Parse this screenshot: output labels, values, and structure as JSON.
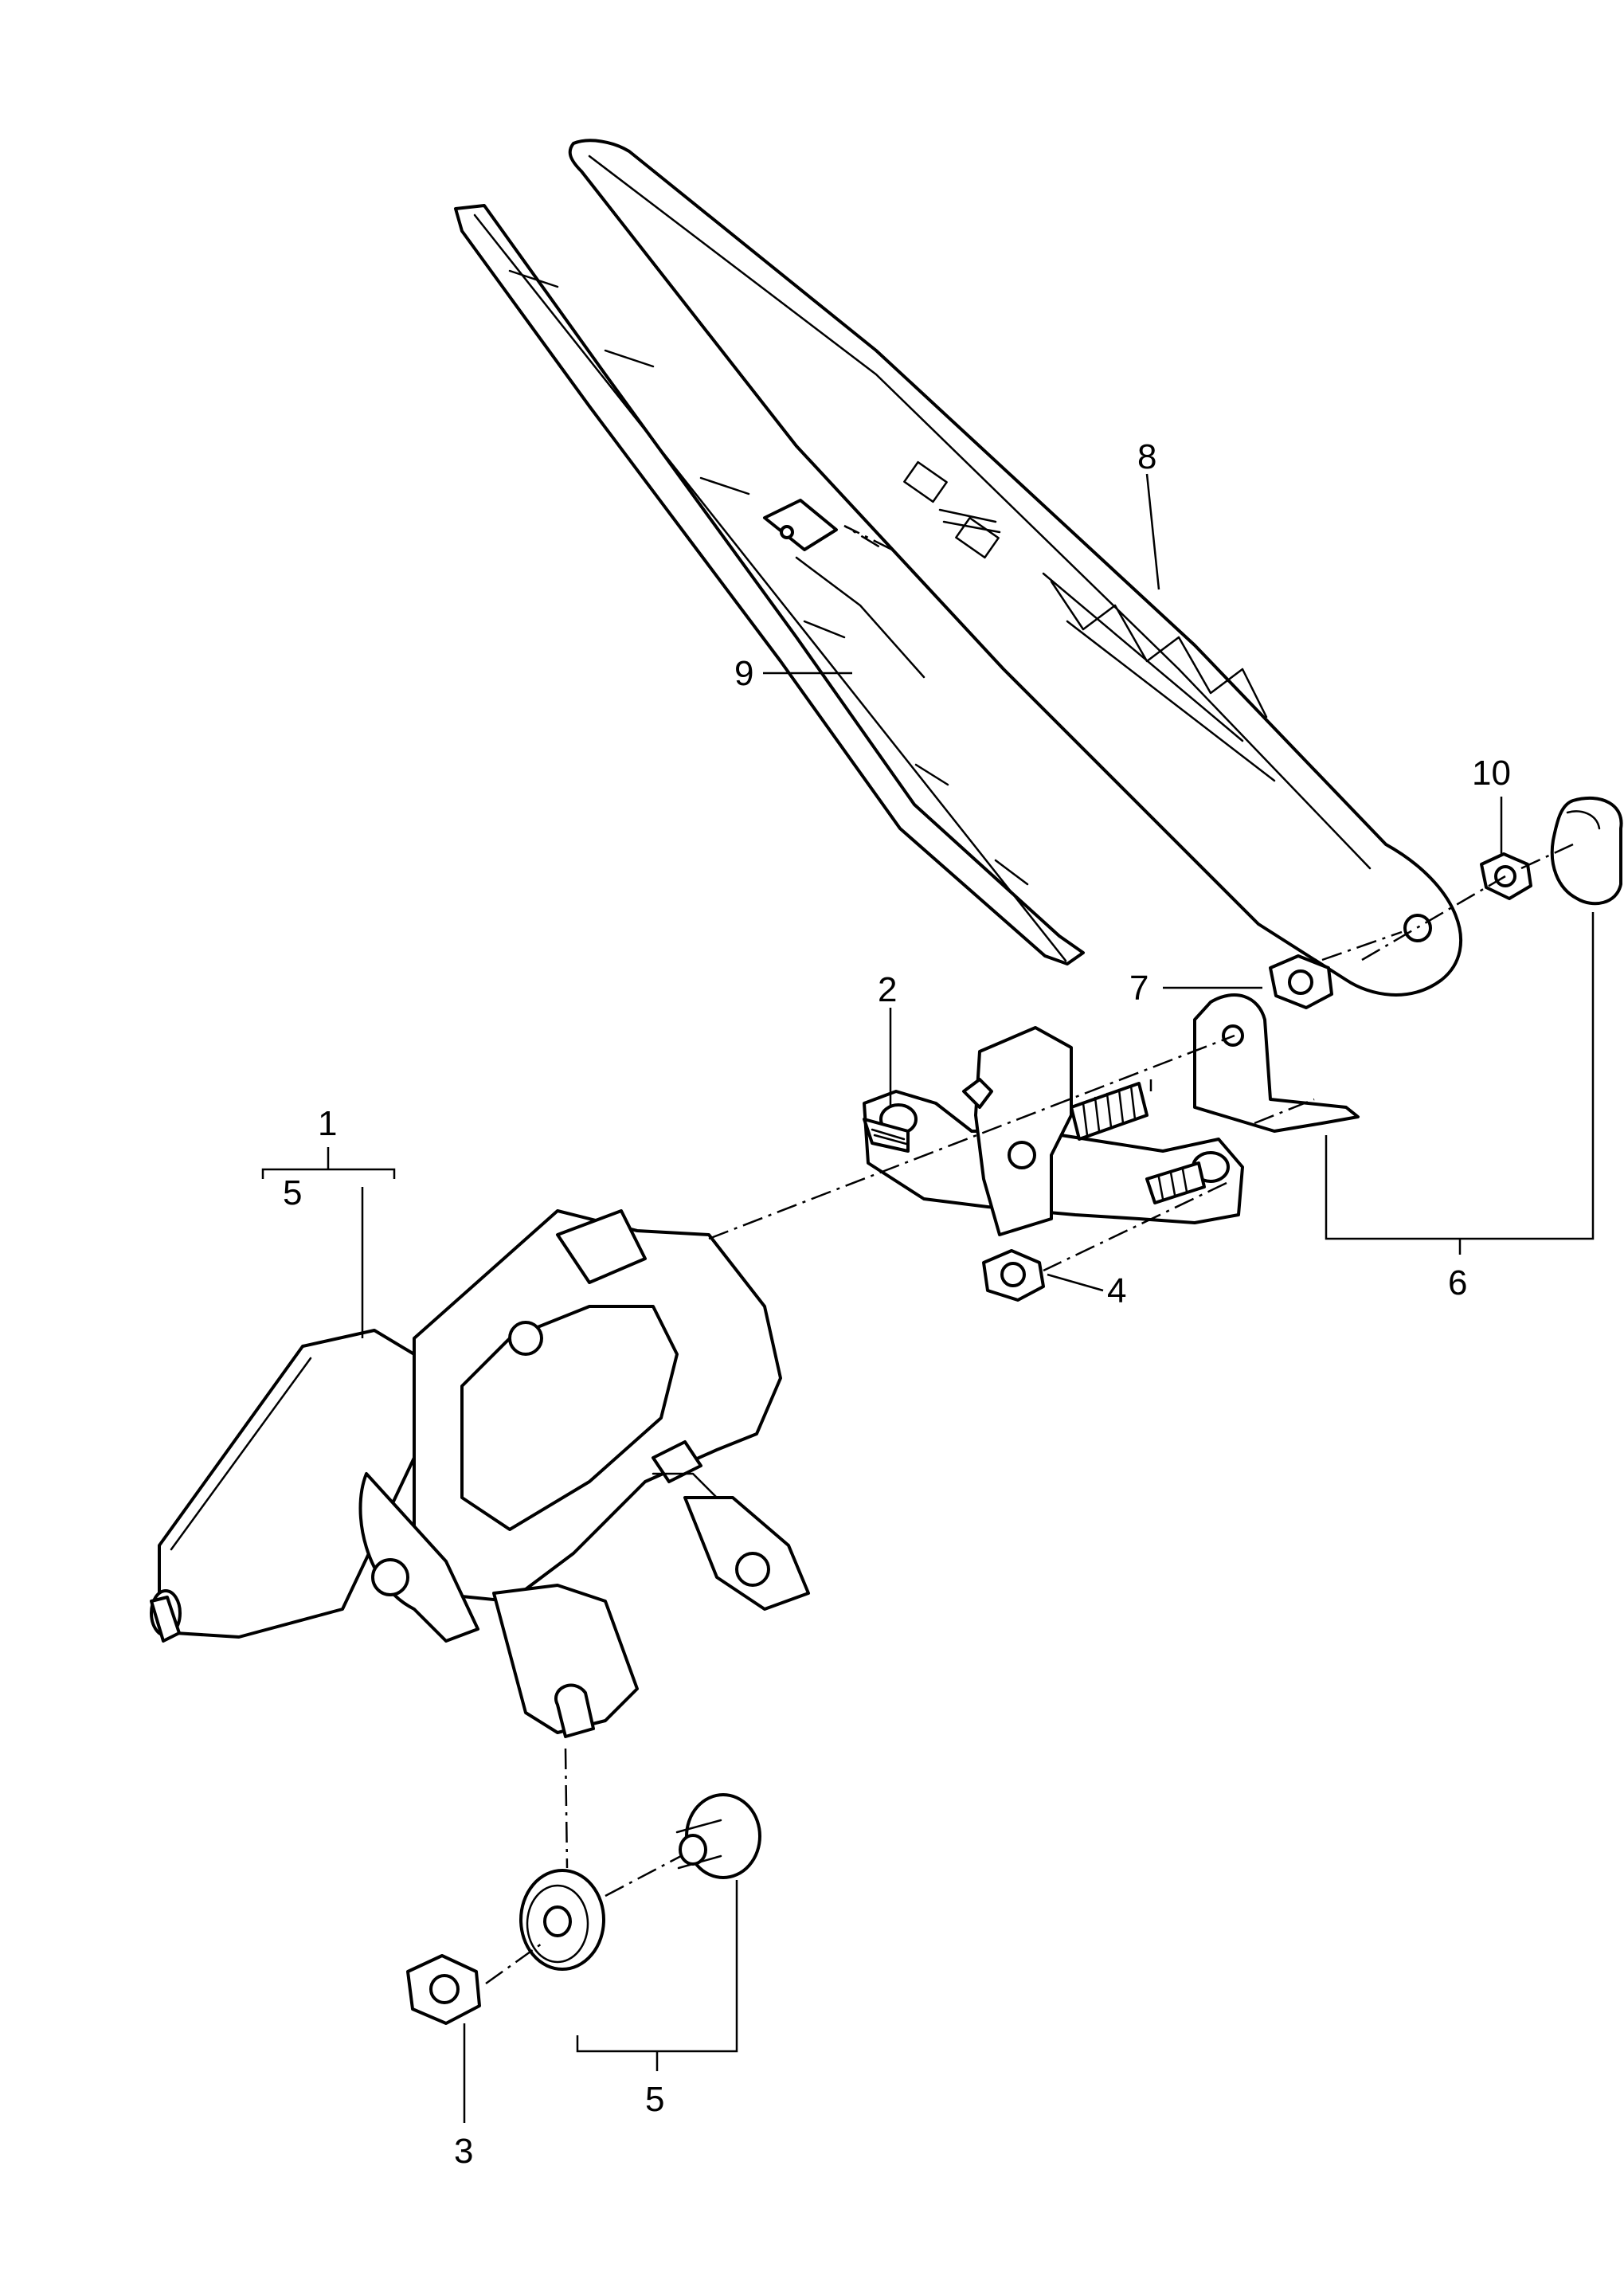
{
  "callouts": {
    "c1": "1",
    "c2": "2",
    "c3": "3",
    "c4": "4",
    "c5_motor": "5",
    "c5_grommet": "5",
    "c6": "6",
    "c7": "7",
    "c8": "8",
    "c9": "9",
    "c10": "10"
  },
  "colors": {
    "line": "#000000",
    "background": "#ffffff"
  }
}
